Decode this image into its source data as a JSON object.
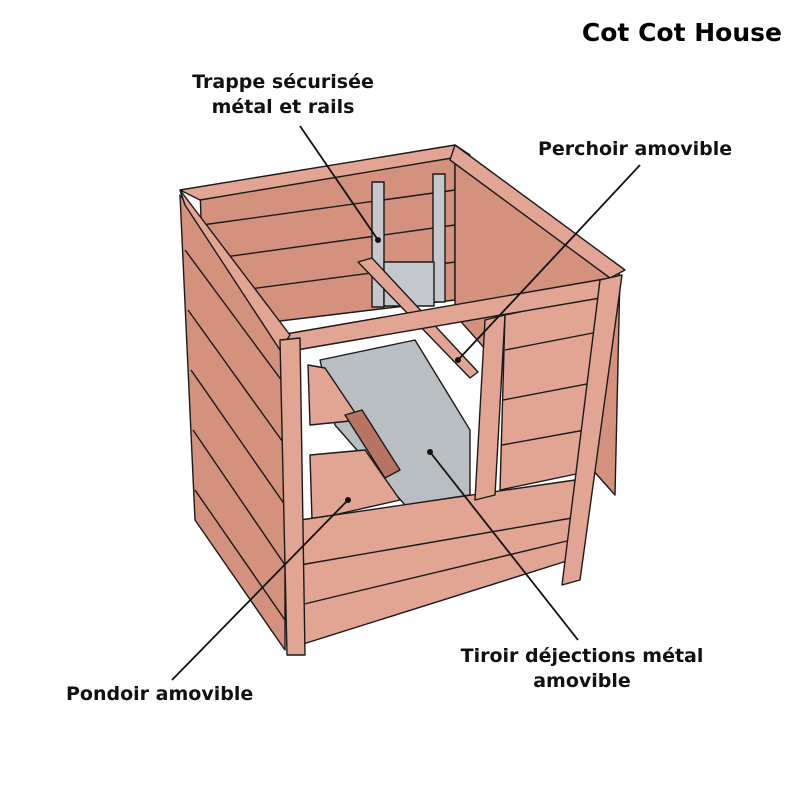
{
  "brand": "Cot Cot House",
  "labels": {
    "trap_line1": "Trappe sécurisée",
    "trap_line2": "métal et rails",
    "perch": "Perchoir amovible",
    "drawer_line1": "Tiroir déjections métal",
    "drawer_line2": "amovible",
    "nest": "Pondoir amovible"
  },
  "colors": {
    "wood_light": "#e3a593",
    "wood_mid": "#d4917d",
    "wood_dark": "#b87462",
    "edge": "#1a1a1a",
    "metal": "#c4c8cc",
    "tray": "#b9bec3"
  }
}
